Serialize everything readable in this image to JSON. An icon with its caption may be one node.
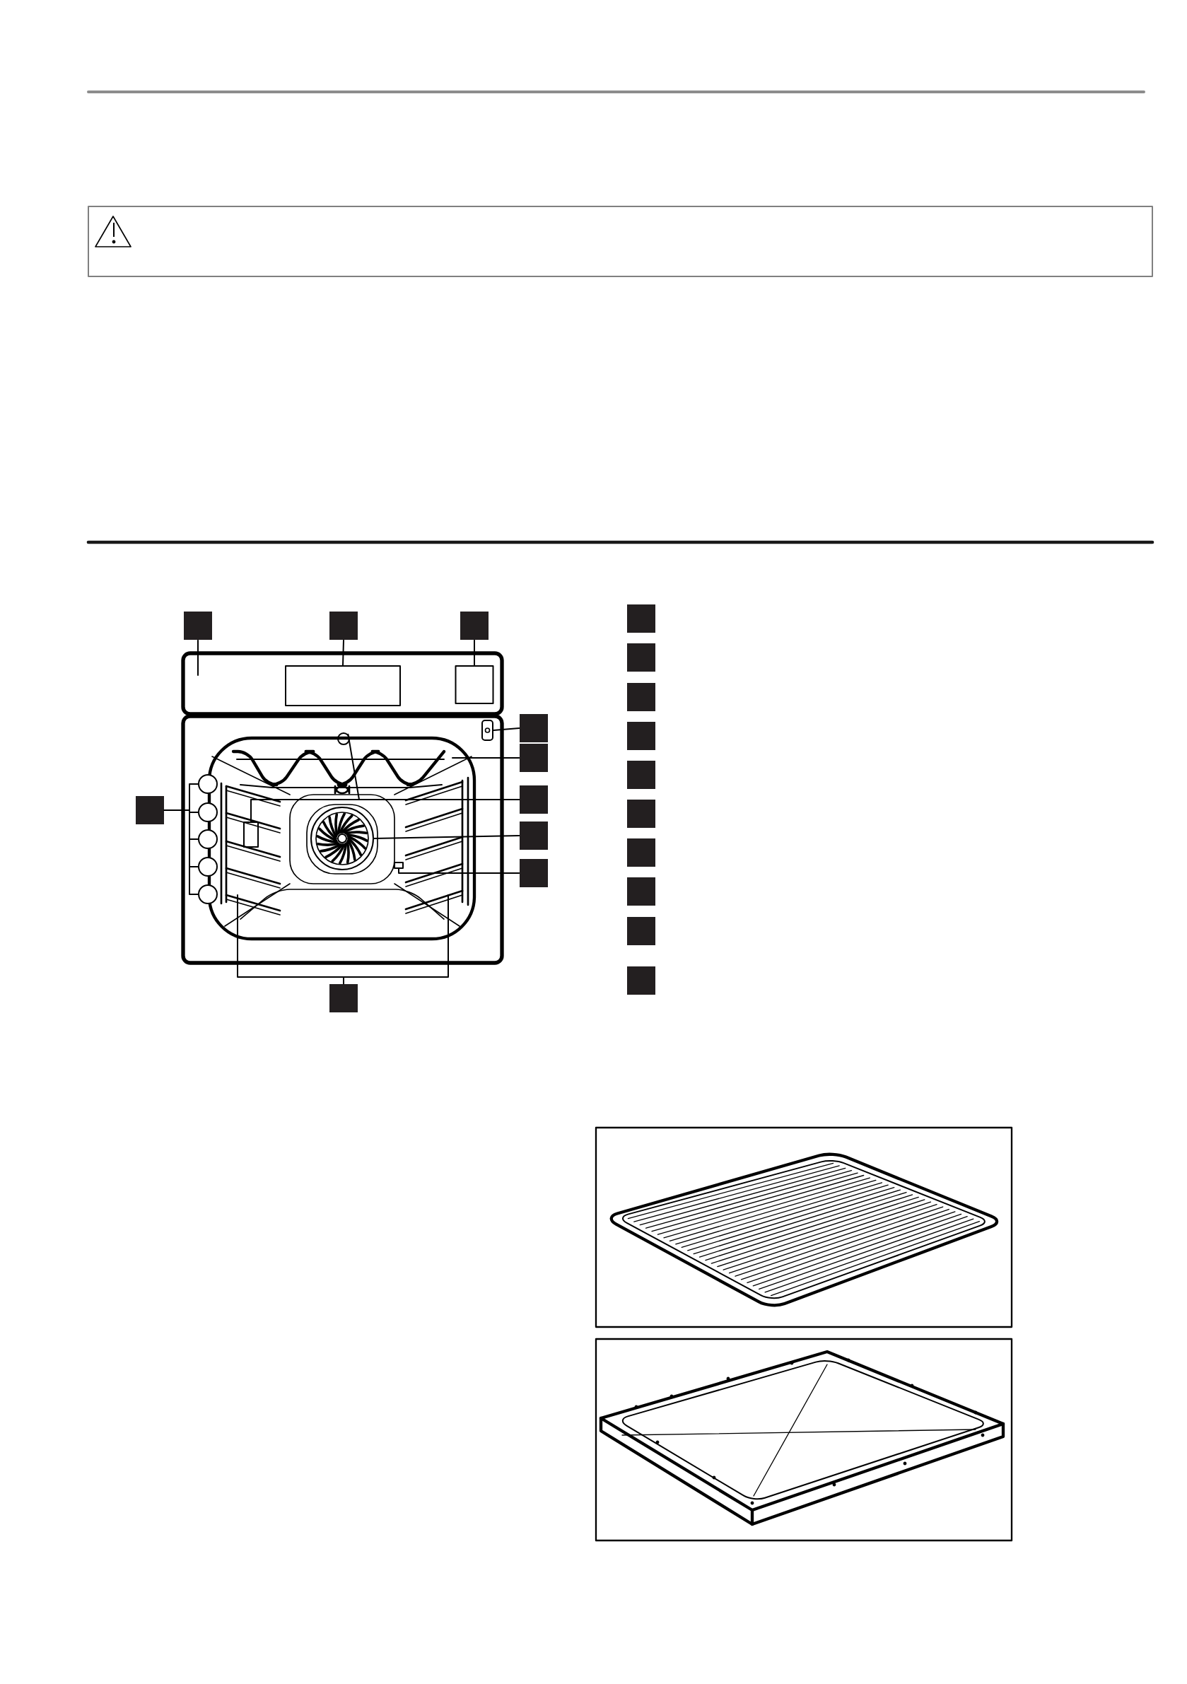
{
  "diagram": {
    "nodes": [
      {
        "text": [],
        "shape": "box"
      },
      {
        "text": [],
        "shape": "box"
      },
      {
        "text": [],
        "shape": "box"
      },
      {
        "text": [],
        "shape": "box"
      },
      {
        "text": [],
        "shape": "box"
      },
      {
        "text": [],
        "shape": "box"
      },
      {
        "text": [],
        "shape": "box"
      },
      {
        "text": [],
        "shape": "box"
      },
      {
        "text": [],
        "shape": "box"
      },
      {
        "text": [],
        "shape": "circle"
      },
      {
        "text": [],
        "shape": "circle"
      },
      {
        "text": [],
        "shape": "circle"
      },
      {
        "text": [],
        "shape": "circle"
      },
      {
        "text": [],
        "shape": "circle"
      },
      {
        "text": [],
        "shape": "box"
      },
      {
        "text": [],
        "shape": "box"
      },
      {
        "text": [],
        "shape": "box"
      },
      {
        "text": [],
        "shape": "box"
      },
      {
        "text": [],
        "shape": "box"
      },
      {
        "text": [],
        "shape": "box"
      },
      {
        "text": [],
        "shape": "box"
      },
      {
        "text": [],
        "shape": "box"
      },
      {
        "text": [],
        "shape": "box"
      },
      {
        "text": [],
        "shape": "box"
      },
      {
        "text": [],
        "shape": "box"
      },
      {
        "text": [],
        "shape": "box"
      },
      {
        "text": [],
        "shape": "box"
      },
      {
        "text": [],
        "shape": "box"
      },
      {
        "text": [],
        "shape": "circle"
      },
      {
        "text": [],
        "shape": "box"
      },
      {
        "text": [],
        "shape": "circle"
      },
      {
        "text": [],
        "shape": "box"
      }
    ],
    "edges": [
      {
        "from": 0,
        "to": null,
        "arrow": "none"
      },
      {
        "from": 1,
        "to": 25,
        "arrow": "none"
      },
      {
        "from": 2,
        "to": 26,
        "arrow": "none"
      },
      {
        "from": 3,
        "to": 27,
        "arrow": "none"
      },
      {
        "from": 4,
        "to": null,
        "arrow": "none"
      },
      {
        "from": 5,
        "to": 29,
        "arrow": "none"
      },
      {
        "from": 5,
        "to": 28,
        "arrow": "none"
      },
      {
        "from": 6,
        "to": 30,
        "arrow": "none"
      },
      {
        "from": 7,
        "to": 31,
        "arrow": "none"
      },
      {
        "from": 8,
        "to": 9,
        "arrow": "none"
      },
      {
        "from": 8,
        "to": 10,
        "arrow": "none"
      },
      {
        "from": 8,
        "to": 11,
        "arrow": "none"
      },
      {
        "from": 8,
        "to": 12,
        "arrow": "none"
      },
      {
        "from": 8,
        "to": 13,
        "arrow": "none"
      },
      {
        "from": 14,
        "to": null,
        "arrow": "none"
      },
      {
        "from": 14,
        "to": null,
        "arrow": "none"
      }
    ]
  }
}
